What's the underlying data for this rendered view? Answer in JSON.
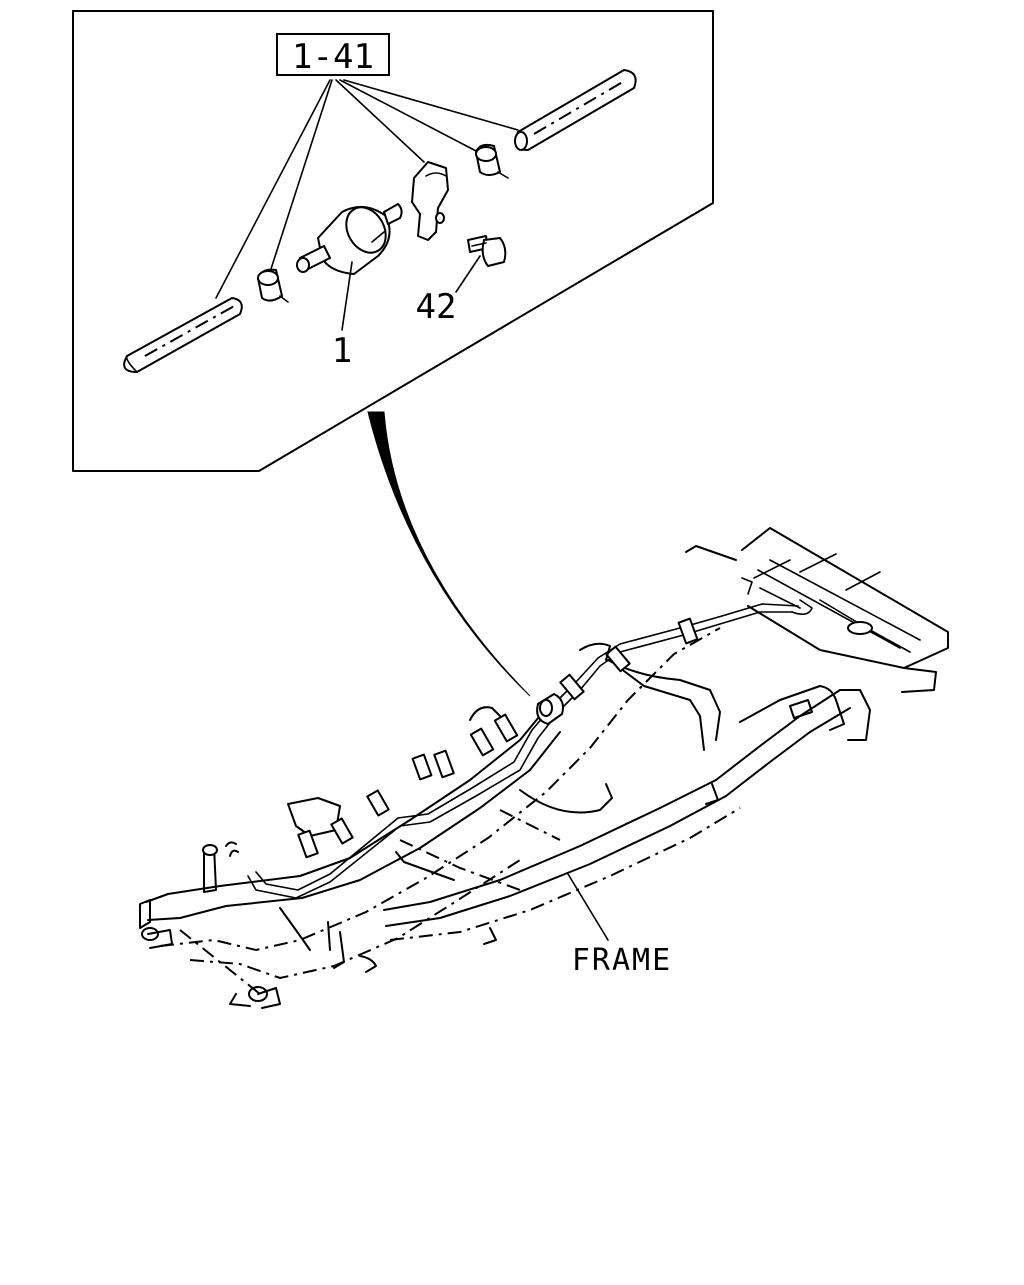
{
  "callouts": {
    "ref_box": "1-41",
    "part_1": "1",
    "part_42": "42",
    "frame": "FRAME"
  },
  "colors": {
    "line": "#000000",
    "background": "#ffffff"
  }
}
